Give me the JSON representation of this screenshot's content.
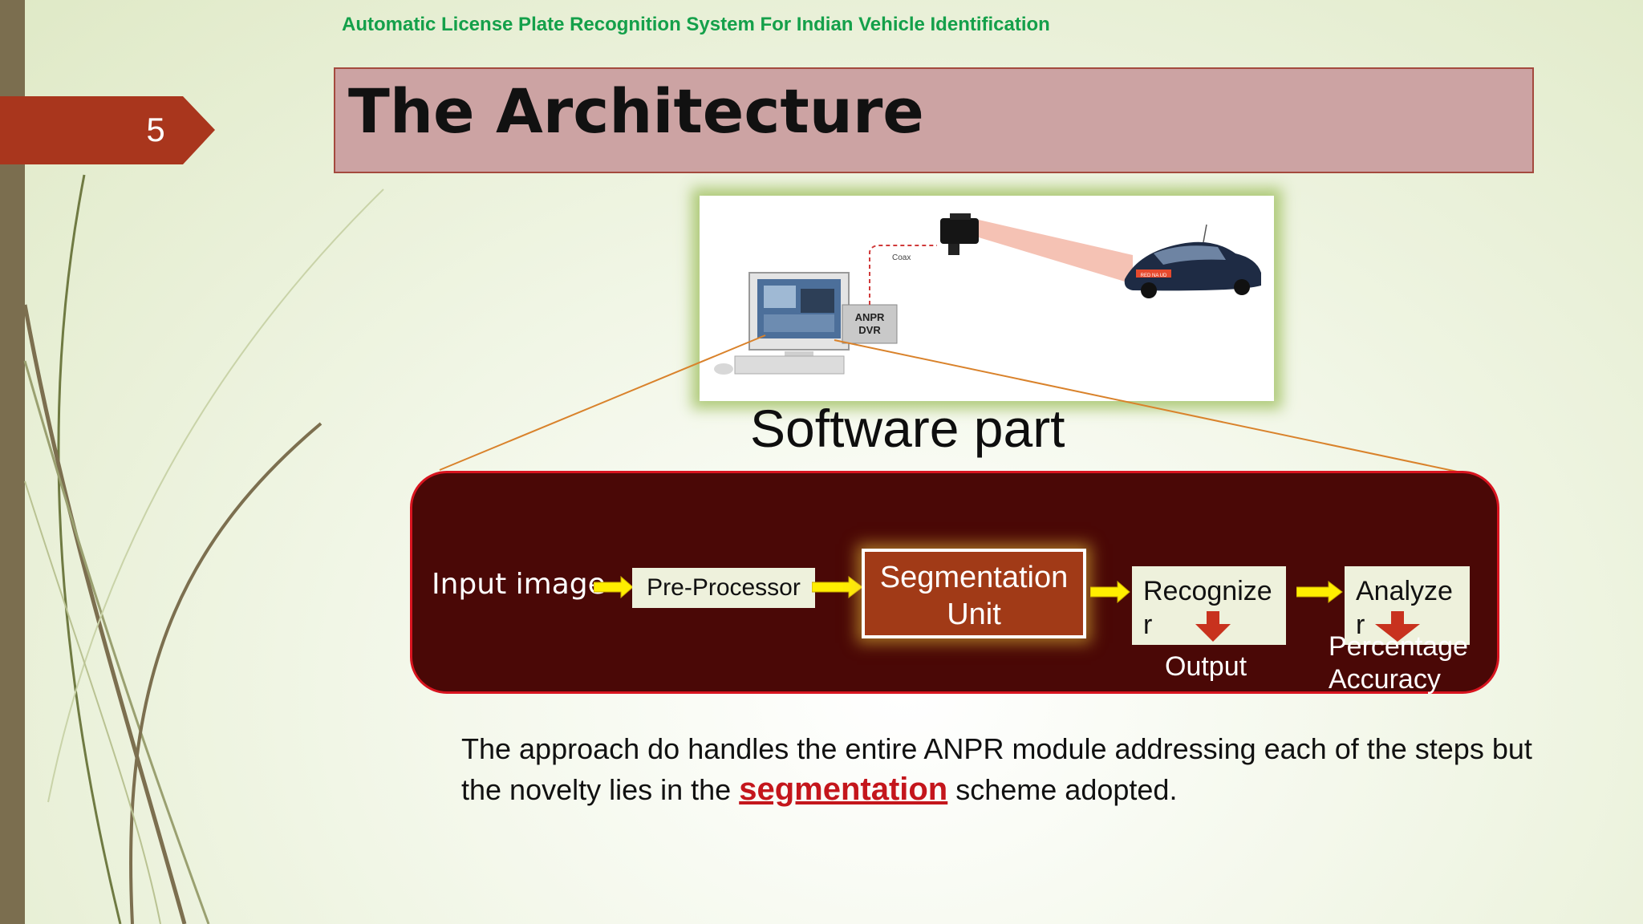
{
  "slide": {
    "number": "5",
    "header": "Automatic License Plate Recognition System For Indian Vehicle Identification",
    "title": "The Architecture"
  },
  "hardware_figure": {
    "cable_label": "Coax",
    "dvr_label_line1": "ANPR",
    "dvr_label_line2": "DVR",
    "plate_text": "RED NA UD"
  },
  "software_label": "Software part",
  "flow": {
    "input": "Input image",
    "steps": [
      {
        "label": "Pre-Processor"
      },
      {
        "label_line1": "Segmentation",
        "label_line2": "Unit"
      },
      {
        "label_line1": "Recognize",
        "label_line2": "r",
        "result": "Output"
      },
      {
        "label_line1": "Analyze",
        "label_line2": "r",
        "result_line1": "Percentage",
        "result_line2": "Accuracy"
      }
    ]
  },
  "description": {
    "part1": "The approach do handles the entire ANPR module addressing each of the steps but the novelty lies in the ",
    "emphasis": "segmentation",
    "part2": " scheme adopted."
  },
  "colors": {
    "header_green": "#14a04a",
    "slide_number_tab": "#a9361d",
    "title_box": "#cca3a3",
    "flow_panel": "#4a0806",
    "flow_border": "#d8141f",
    "segmentation_box": "#a13a17",
    "arrow_yellow": "#ffee00",
    "emphasis_red": "#c4161c"
  }
}
